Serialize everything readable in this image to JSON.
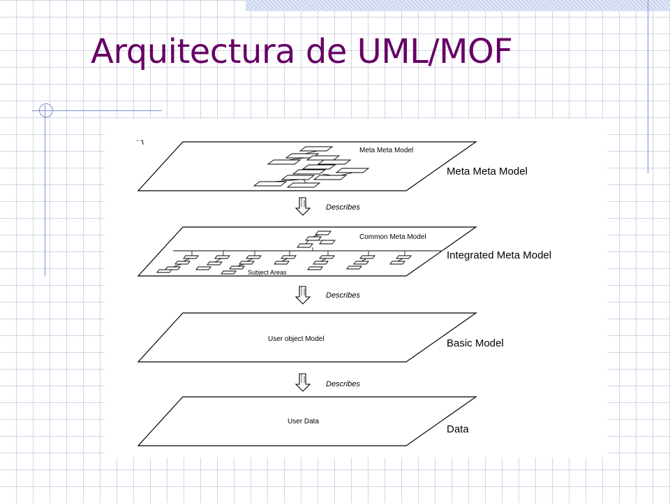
{
  "slide": {
    "title": "Arquitectura de UML/MOF"
  },
  "diagram": {
    "corner_mark": "' ٦",
    "layers": [
      {
        "plane_text": "Meta Meta Model",
        "label": "Meta Meta Model"
      },
      {
        "plane_text": "Common Meta Model",
        "sub_text": "Subject Areas",
        "label": "Integrated Meta Model"
      },
      {
        "plane_text": "User object Model",
        "label": "Basic Model"
      },
      {
        "plane_text": "User Data",
        "label": "Data"
      }
    ],
    "arrows": [
      {
        "label": "Describes"
      },
      {
        "label": "Describes"
      },
      {
        "label": "Describes"
      }
    ]
  },
  "colors": {
    "title": "#660066",
    "accent_lines": "#7c8fd1",
    "top_band": "#c9d3ee"
  }
}
